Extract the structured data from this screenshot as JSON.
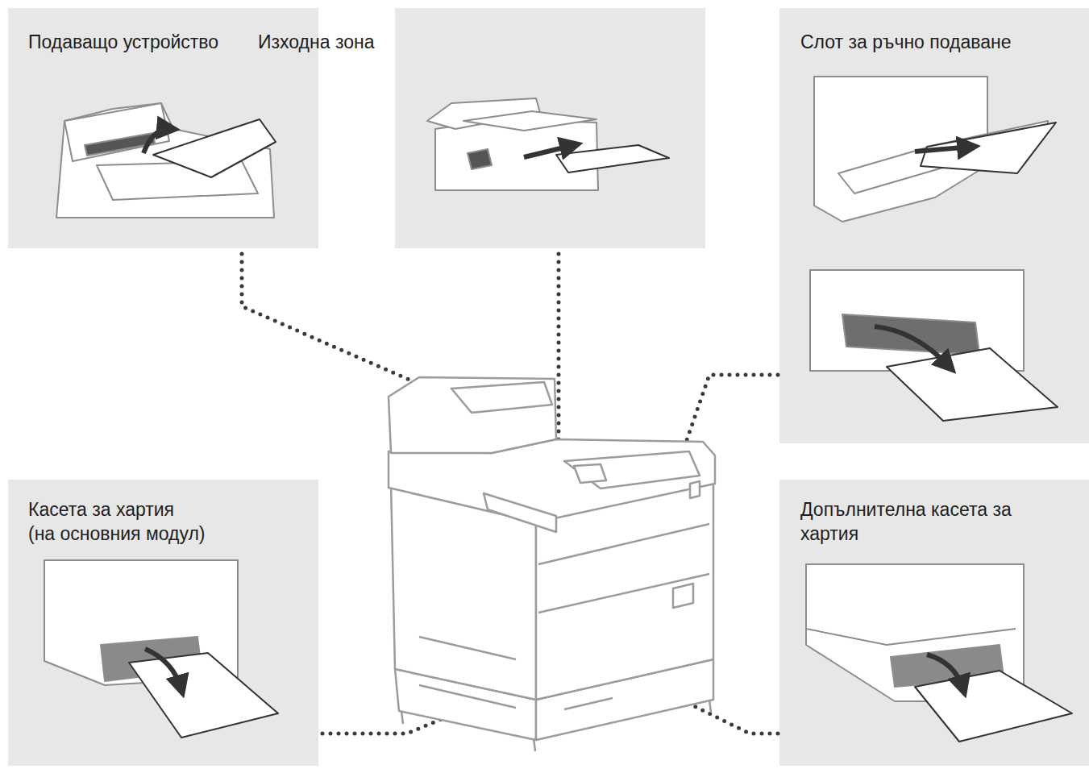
{
  "diagram": {
    "nodes": [
      {
        "text": [
          "Подаващо устройство"
        ]
      },
      {
        "text": [
          "Изходна зона"
        ]
      },
      {
        "text": [
          "Слот за ръчно подаване"
        ]
      },
      {
        "text": [
          "Касета за хартия (на основния модул)"
        ]
      },
      {
        "text": [
          "Допълнителна касета за хартия"
        ]
      }
    ]
  }
}
